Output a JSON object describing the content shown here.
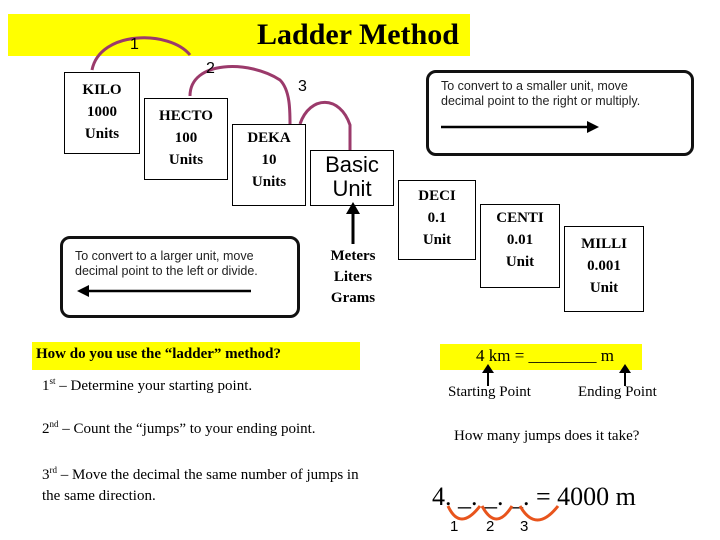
{
  "title": "Ladder Method",
  "jump_numbers": [
    "1",
    "2",
    "3"
  ],
  "steps": {
    "kilo": [
      "KILO",
      "1000",
      "Units"
    ],
    "hecto": [
      "HECTO",
      "100",
      "Units"
    ],
    "deka": [
      "DEKA",
      "10",
      "Units"
    ],
    "basic": [
      "Basic",
      "Unit"
    ],
    "deci": [
      "DECI",
      "0.1",
      "Unit"
    ],
    "centi": [
      "CENTI",
      "0.01",
      "Unit"
    ],
    "milli": [
      "MILLI",
      "0.001",
      "Unit"
    ]
  },
  "basic_units": [
    "Meters",
    "Liters",
    "Grams"
  ],
  "notes": {
    "smaller": [
      "To convert to a smaller unit, move",
      "decimal  point to the right or multiply."
    ],
    "larger": [
      "To convert to a larger unit, move",
      "decimal  point to the left or divide."
    ]
  },
  "question": "How do you use the “ladder” method?",
  "instructions": [
    {
      "ord": "1",
      "sup": "st",
      "text": " – Determine your starting point."
    },
    {
      "ord": "2",
      "sup": "nd",
      "text": " – Count the “jumps” to your ending point."
    },
    {
      "ord": "3",
      "sup": "rd",
      "text": " – Move the decimal the same number of jumps in the same direction."
    }
  ],
  "example": {
    "problem": "4 km = ________ m",
    "starting_point": "Starting Point",
    "ending_point": "Ending Point",
    "question": "How many jumps does it take?",
    "answer": "4. _. _. _. = 4000 m",
    "jumps": [
      "1",
      "2",
      "3"
    ]
  },
  "colors": {
    "highlight": "#ffff00",
    "jump_arc": "#9b3a6b",
    "answer_arc": "#e8541c"
  },
  "icons": [
    "up-arrow-icon",
    "left-arrow-icon",
    "right-arrow-icon"
  ]
}
